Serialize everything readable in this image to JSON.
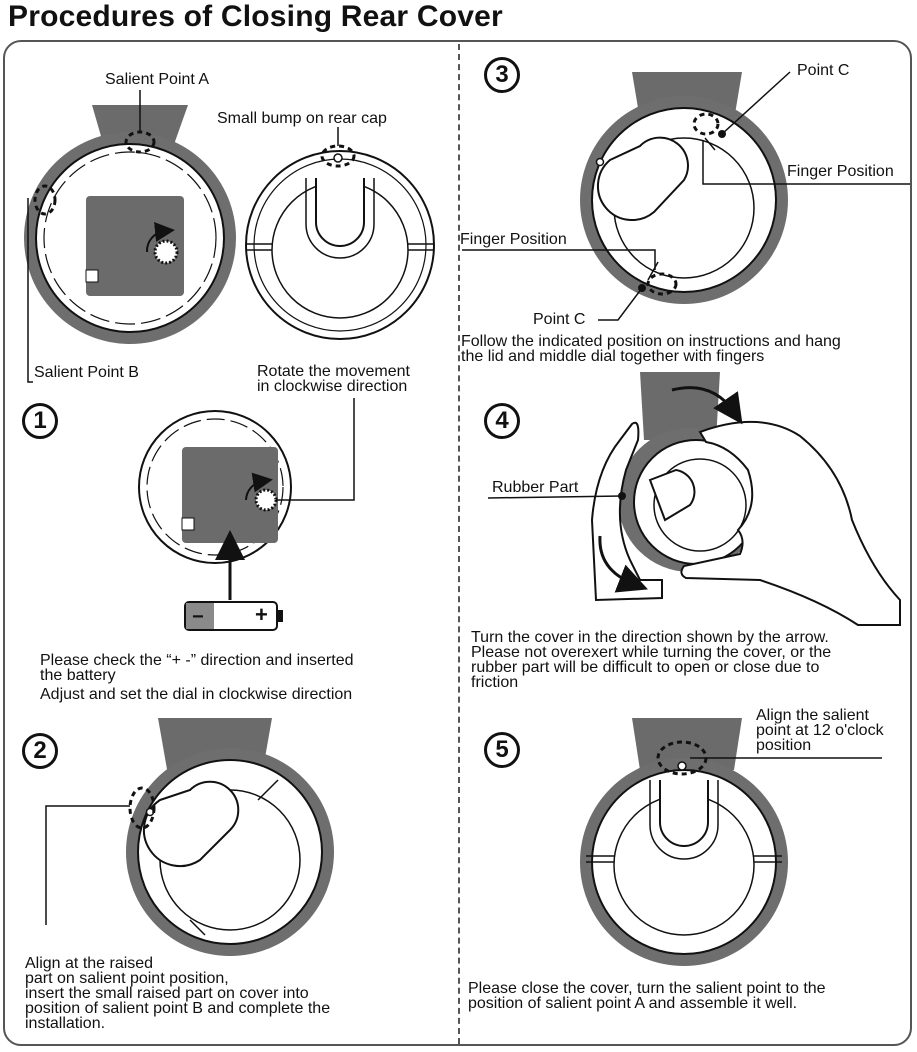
{
  "title": "Procedures of Closing Rear Cover",
  "labels": {
    "salient_point_a": "Salient Point A",
    "small_bump": "Small bump on rear cap",
    "salient_point_b": "Salient Point B",
    "rotate_movement": "Rotate the movement\nin clockwise direction",
    "point_c_top": "Point C",
    "finger_position_right": "Finger Position",
    "finger_position_left": "Finger Position",
    "point_c_bottom": "Point C",
    "rubber_part": "Rubber Part",
    "align_12": "Align the salient\npoint at 12 o'clock\nposition"
  },
  "steps": [
    {
      "number": "1",
      "text": "Please check the “+ -” direction and inserted\nthe battery",
      "text2": "Adjust and set the dial in clockwise direction"
    },
    {
      "number": "2",
      "text": "Align at the raised\npart on salient point position,\ninsert the small raised part on cover into\nposition of salient point B and complete the\ninstallation."
    },
    {
      "number": "3",
      "text": "Follow the indicated position on instructions and hang\nthe lid and middle dial together with fingers"
    },
    {
      "number": "4",
      "text": "Turn the cover in the direction shown by the arrow.\nPlease not overexert while turning the cover, or the\nrubber part will be difficult to open or close due to\nfriction"
    },
    {
      "number": "5",
      "text": "Please close the cover, turn the salient point to the\nposition of salient point A and assemble it well."
    }
  ],
  "battery": {
    "minus": "−",
    "plus": "+"
  },
  "colors": {
    "strap": "#6b6b6b",
    "ring": "#6e6e6e",
    "movement": "#6b6b6b",
    "line": "#111111"
  }
}
